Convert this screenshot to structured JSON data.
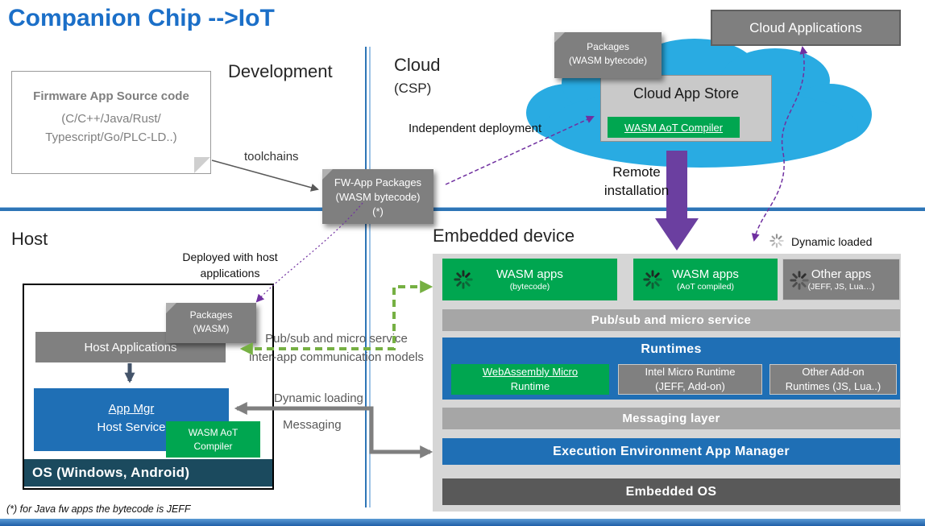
{
  "title": "Companion Chip -->IoT",
  "footnote": "(*) for Java fw apps the bytecode is JEFF",
  "section_labels": {
    "development": "Development",
    "cloud": "Cloud",
    "cloud_sub": "(CSP)",
    "host": "Host",
    "embedded_device": "Embedded device"
  },
  "annotations": {
    "toolchains": "toolchains",
    "independent_deployment": "Independent deployment",
    "remote_line1": "Remote",
    "remote_line2": "installation",
    "deployed_line1": "Deployed with host",
    "deployed_line2": "applications",
    "pubsub_line1": "Pub/sub and micro service",
    "pubsub_line2": "inter-app communication models",
    "dynamic_loading": "Dynamic loading",
    "messaging": "Messaging",
    "dynamic_loaded": "Dynamic loaded"
  },
  "firmware_source": {
    "title": "Firmware App Source code",
    "line2": "(C/C++/Java/Rust/",
    "line3": "Typescript/Go/PLC-LD..)"
  },
  "fw_app_packages": {
    "line1": "FW-App Packages",
    "line2": "(WASM bytecode)",
    "line3": "(*)"
  },
  "cloud_packages": {
    "line1": "Packages",
    "line2": "(WASM bytecode)"
  },
  "host_packages": {
    "line1": "Packages",
    "line2": "(WASM)"
  },
  "cloud_applications": "Cloud Applications",
  "cloud_app_store": {
    "title": "Cloud App Store",
    "compiler": "WASM AoT Compiler"
  },
  "host": {
    "host_applications": "Host Applications",
    "app_mgr_line1": "App Mgr",
    "app_mgr_line2": "Host Service",
    "compiler_line1": "WASM AoT",
    "compiler_line2": "Compiler",
    "os": "OS (Windows, Android)"
  },
  "embedded": {
    "apps": [
      {
        "title": "WASM apps",
        "subtitle": "(bytecode)"
      },
      {
        "title": "WASM apps",
        "subtitle": "(AoT compiled)"
      },
      {
        "title": "Other apps",
        "subtitle": "(JEFF, JS, Lua…)"
      }
    ],
    "pubsub_bar": "Pub/sub and micro service",
    "runtimes_title": "Runtimes",
    "runtimes": [
      {
        "line1": "WebAssembly Micro",
        "line2": "Runtime"
      },
      {
        "line1": "Intel Micro Runtime",
        "line2": "(JEFF, Add-on)"
      },
      {
        "line1": "Other Add-on",
        "line2": "Runtimes (JS, Lua..)"
      }
    ],
    "messaging_layer": "Messaging layer",
    "exec_env": "Execution Environment App Manager",
    "embedded_os": "Embedded OS"
  },
  "colors": {
    "title_blue": "#1B6FC8",
    "green": "#00A650",
    "panel_blue": "#1F6FB5",
    "gray_box": "#808080",
    "bar_gray": "#A6A6A6",
    "dark_gray": "#595959",
    "os_teal": "#1B4A5E",
    "cloud_cyan": "#29ABE2",
    "purple": "#7030A0",
    "arrow_green": "#76B043",
    "divider_blue": "#5B9BD5"
  }
}
